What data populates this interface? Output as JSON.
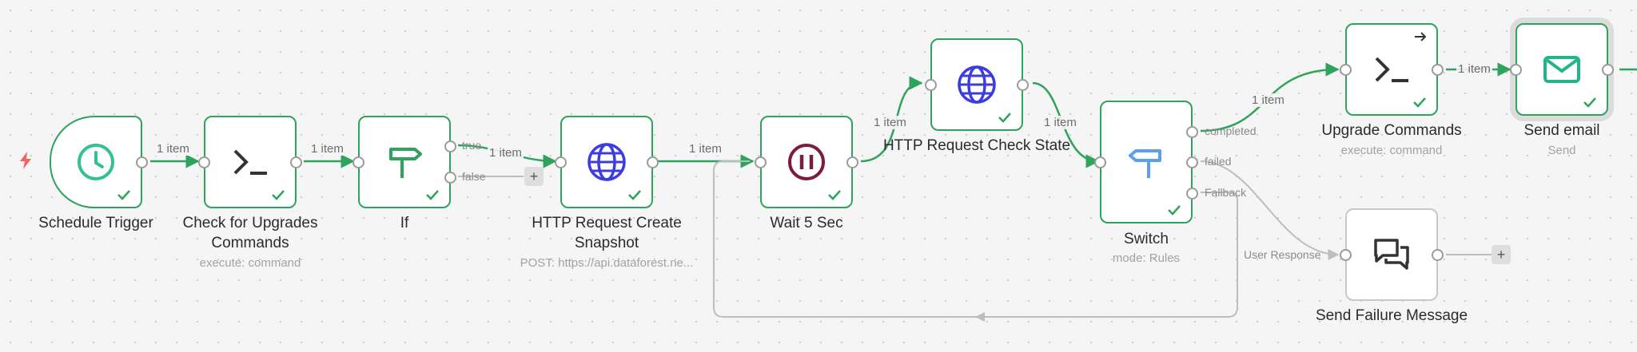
{
  "nodes": {
    "schedule": {
      "title": "Schedule Trigger",
      "icon": "clock-icon"
    },
    "check_upgrades": {
      "title": "Check for Upgrades Commands",
      "subtitle": "execute: command",
      "icon": "terminal-icon"
    },
    "if": {
      "title": "If",
      "icon": "signpost-icon",
      "outputs": [
        "true",
        "false"
      ]
    },
    "http_create": {
      "title": "HTTP Request Create Snapshot",
      "subtitle": "POST: https://api.dataforest.ne...",
      "icon": "globe-icon"
    },
    "wait": {
      "title": "Wait 5 Sec",
      "icon": "pause-icon"
    },
    "http_check": {
      "title": "HTTP Request Check State",
      "icon": "globe-icon"
    },
    "switch": {
      "title": "Switch",
      "subtitle": "mode: Rules",
      "icon": "signpost-icon",
      "outputs": [
        "completed",
        "failed",
        "Fallback"
      ]
    },
    "upgrade": {
      "title": "Upgrade Commands",
      "subtitle": "execute: command",
      "icon": "terminal-icon"
    },
    "send_email": {
      "title": "Send email",
      "subtitle": "Send",
      "icon": "mail-icon"
    },
    "send_failure": {
      "title": "Send Failure Message",
      "icon": "chat-icon",
      "input_label": "User Response"
    }
  },
  "edge_label": "1 item",
  "add_symbol": "+",
  "colors": {
    "success": "#2ea35b",
    "inactive_edge": "#bdbdbd",
    "globe": "#3d3dde",
    "wait": "#7c1b3a",
    "switch": "#5aa0ee",
    "mail": "#22b58c",
    "trigger": "#33c18e"
  }
}
